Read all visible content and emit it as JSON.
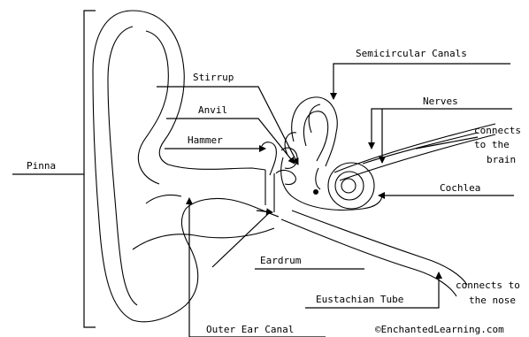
{
  "labels": {
    "pinna": "Pinna",
    "semicircular_canals": "Semicircular Canals",
    "stirrup": "Stirrup",
    "anvil": "Anvil",
    "hammer": "Hammer",
    "nerves": "Nerves",
    "connects_brain_1": "connects",
    "connects_brain_2": "to the",
    "connects_brain_3": "brain",
    "cochlea": "Cochlea",
    "eardrum": "Eardrum",
    "eustachian_tube": "Eustachian Tube",
    "connects_nose_1": "connects to",
    "connects_nose_2": "the nose",
    "outer_ear_canal": "Outer Ear Canal"
  },
  "credit": "©EnchantedLearning.com"
}
